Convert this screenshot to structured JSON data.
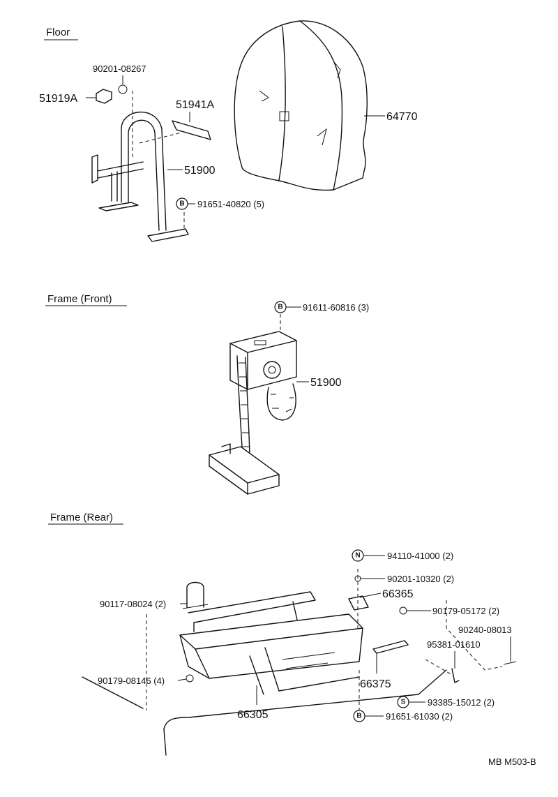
{
  "sections": {
    "floor": "Floor",
    "frame_front": "Frame (Front)",
    "frame_rear": "Frame (Rear)"
  },
  "floor_parts": {
    "p90201_08267": "90201-08267",
    "p51919A": "51919A",
    "p51941A": "51941A",
    "p51900": "51900",
    "p91651_40820": "91651-40820 (5)",
    "p64770": "64770"
  },
  "front_parts": {
    "p91611_60816": "91611-60816 (3)",
    "p51900": "51900"
  },
  "rear_parts": {
    "p94110_41000": "94110-41000 (2)",
    "p90201_10320": "90201-10320 (2)",
    "p66365": "66365",
    "p90179_05172": "90179-05172 (2)",
    "p90117_08024": "90117-08024 (2)",
    "p90240_08013": "90240-08013",
    "p95381_01610": "95381-01610",
    "p90179_08146": "90179-08146 (4)",
    "p66375": "66375",
    "p66305": "66305",
    "p93385_15012": "93385-15012 (2)",
    "p91651_61030": "91651-61030 (2)"
  },
  "markers": {
    "b": "B",
    "n": "N",
    "s": "S"
  },
  "footer_code": "MB  M503-B"
}
